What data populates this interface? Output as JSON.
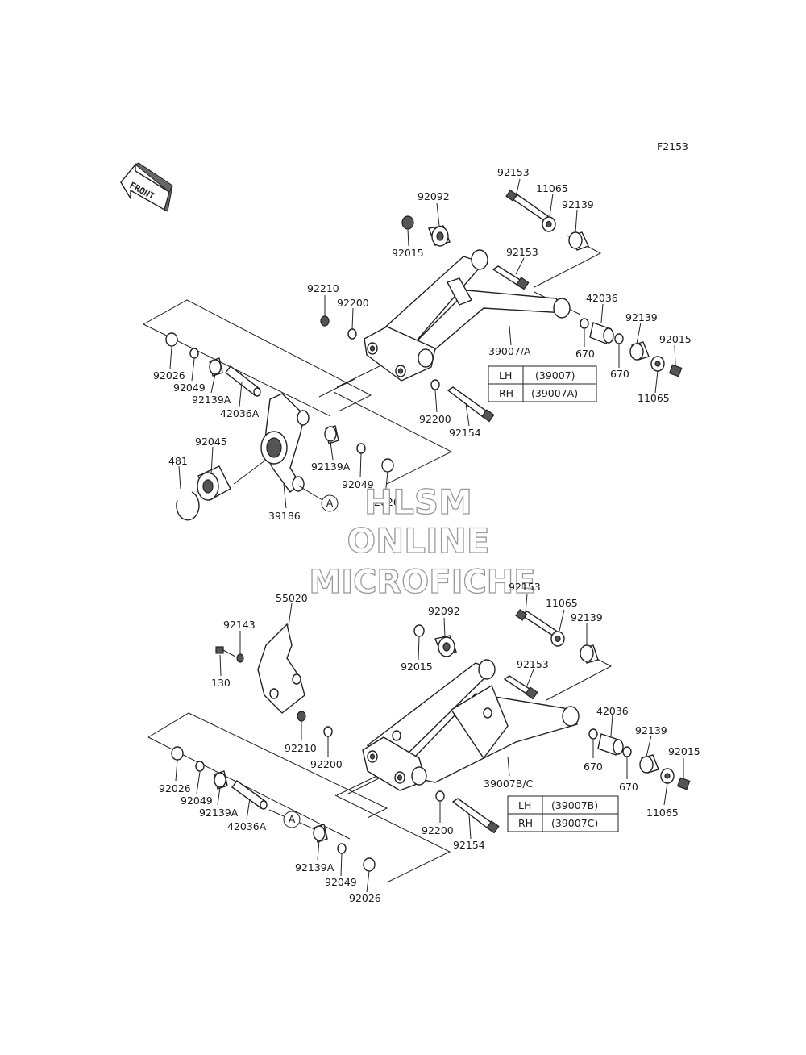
{
  "figure_code": "F2153",
  "front_label": "FRONT",
  "watermark": [
    "HLSM",
    "ONLINE",
    "MICROFICHE"
  ],
  "callout": "A",
  "upper_labels": {
    "p92153a": "92153",
    "p11065a": "11065",
    "p92139a": "92139",
    "p92092": "92092",
    "p92015a": "92015",
    "p92153b": "92153",
    "p92210": "92210",
    "p92200a": "92200",
    "p42036": "42036",
    "p92139b": "92139",
    "p92015b": "92015",
    "p39007": "39007/A",
    "p670a": "670",
    "p670b": "670",
    "p11065b": "11065",
    "p92026a": "92026",
    "p92049a": "92049",
    "p92139Aa": "92139A",
    "p42036A": "42036A",
    "p92200b": "92200",
    "p92154": "92154",
    "p92045": "92045",
    "p481": "481",
    "p92139Ab": "92139A",
    "p92049b": "92049",
    "p92026b": "92026",
    "p39186": "39186"
  },
  "lower_labels": {
    "p55020": "55020",
    "p92153a": "92153",
    "p11065a": "11065",
    "p92092": "92092",
    "p92139a": "92139",
    "p92143": "92143",
    "p92015a": "92015",
    "p92153b": "92153",
    "p130": "130",
    "p42036": "42036",
    "p92139b": "92139",
    "p92015b": "92015",
    "p92210": "92210",
    "p92200a": "92200",
    "p670a": "670",
    "p39007": "39007B/C",
    "p670b": "670",
    "p11065b": "11065",
    "p92026a": "92026",
    "p92049a": "92049",
    "p92139Aa": "92139A",
    "p42036A": "42036A",
    "p92200b": "92200",
    "p92154": "92154",
    "p92139Ab": "92139A",
    "p92049b": "92049",
    "p92026b": "92026"
  },
  "upper_table": {
    "rows": [
      {
        "side": "LH",
        "part": "(39007)"
      },
      {
        "side": "RH",
        "part": "(39007A)"
      }
    ]
  },
  "lower_table": {
    "rows": [
      {
        "side": "LH",
        "part": "(39007B)"
      },
      {
        "side": "RH",
        "part": "(39007C)"
      }
    ]
  }
}
